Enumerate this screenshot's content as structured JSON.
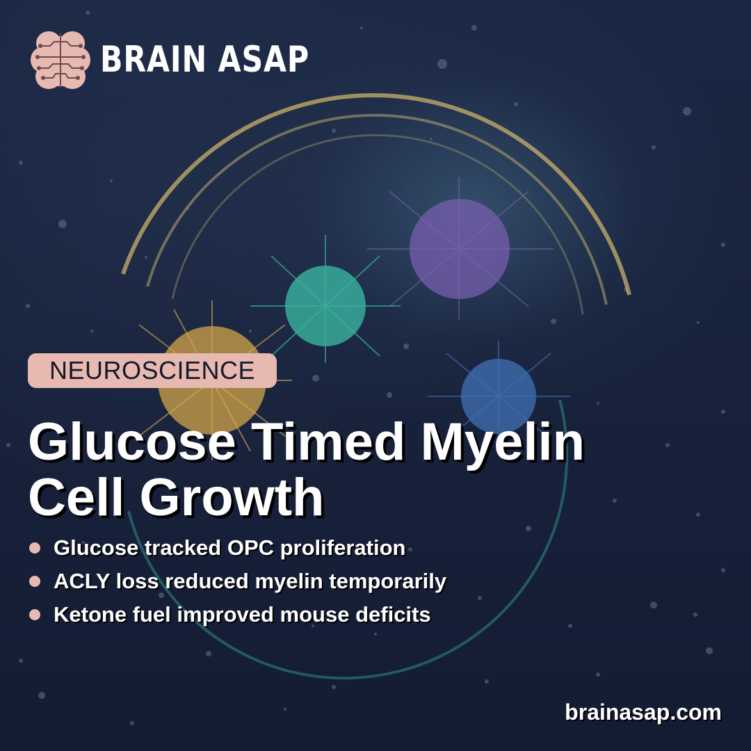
{
  "brand": {
    "name": "BRAIN ASAP",
    "logo_icon": "brain-circuit-icon",
    "logo_color": "#e7b9b0"
  },
  "category": "NEUROSCIENCE",
  "headline": {
    "line1": "Glucose Timed Myelin",
    "line2": "Cell Growth"
  },
  "bullets": [
    "Glucose tracked OPC proliferation",
    "ACLY loss reduced myelin temporarily",
    "Ketone fuel improved mouse deficits"
  ],
  "website": "brainasap.com",
  "colors": {
    "background": "#18223b",
    "accent": "#e7b9b0",
    "cell_gold": "#d9a94a",
    "cell_teal": "#3bb39f",
    "cell_purple": "#7a5fb0",
    "cell_blue": "#3f6eb0",
    "arc_gold": "#c9b06a",
    "arc_teal": "#2f8c86"
  }
}
